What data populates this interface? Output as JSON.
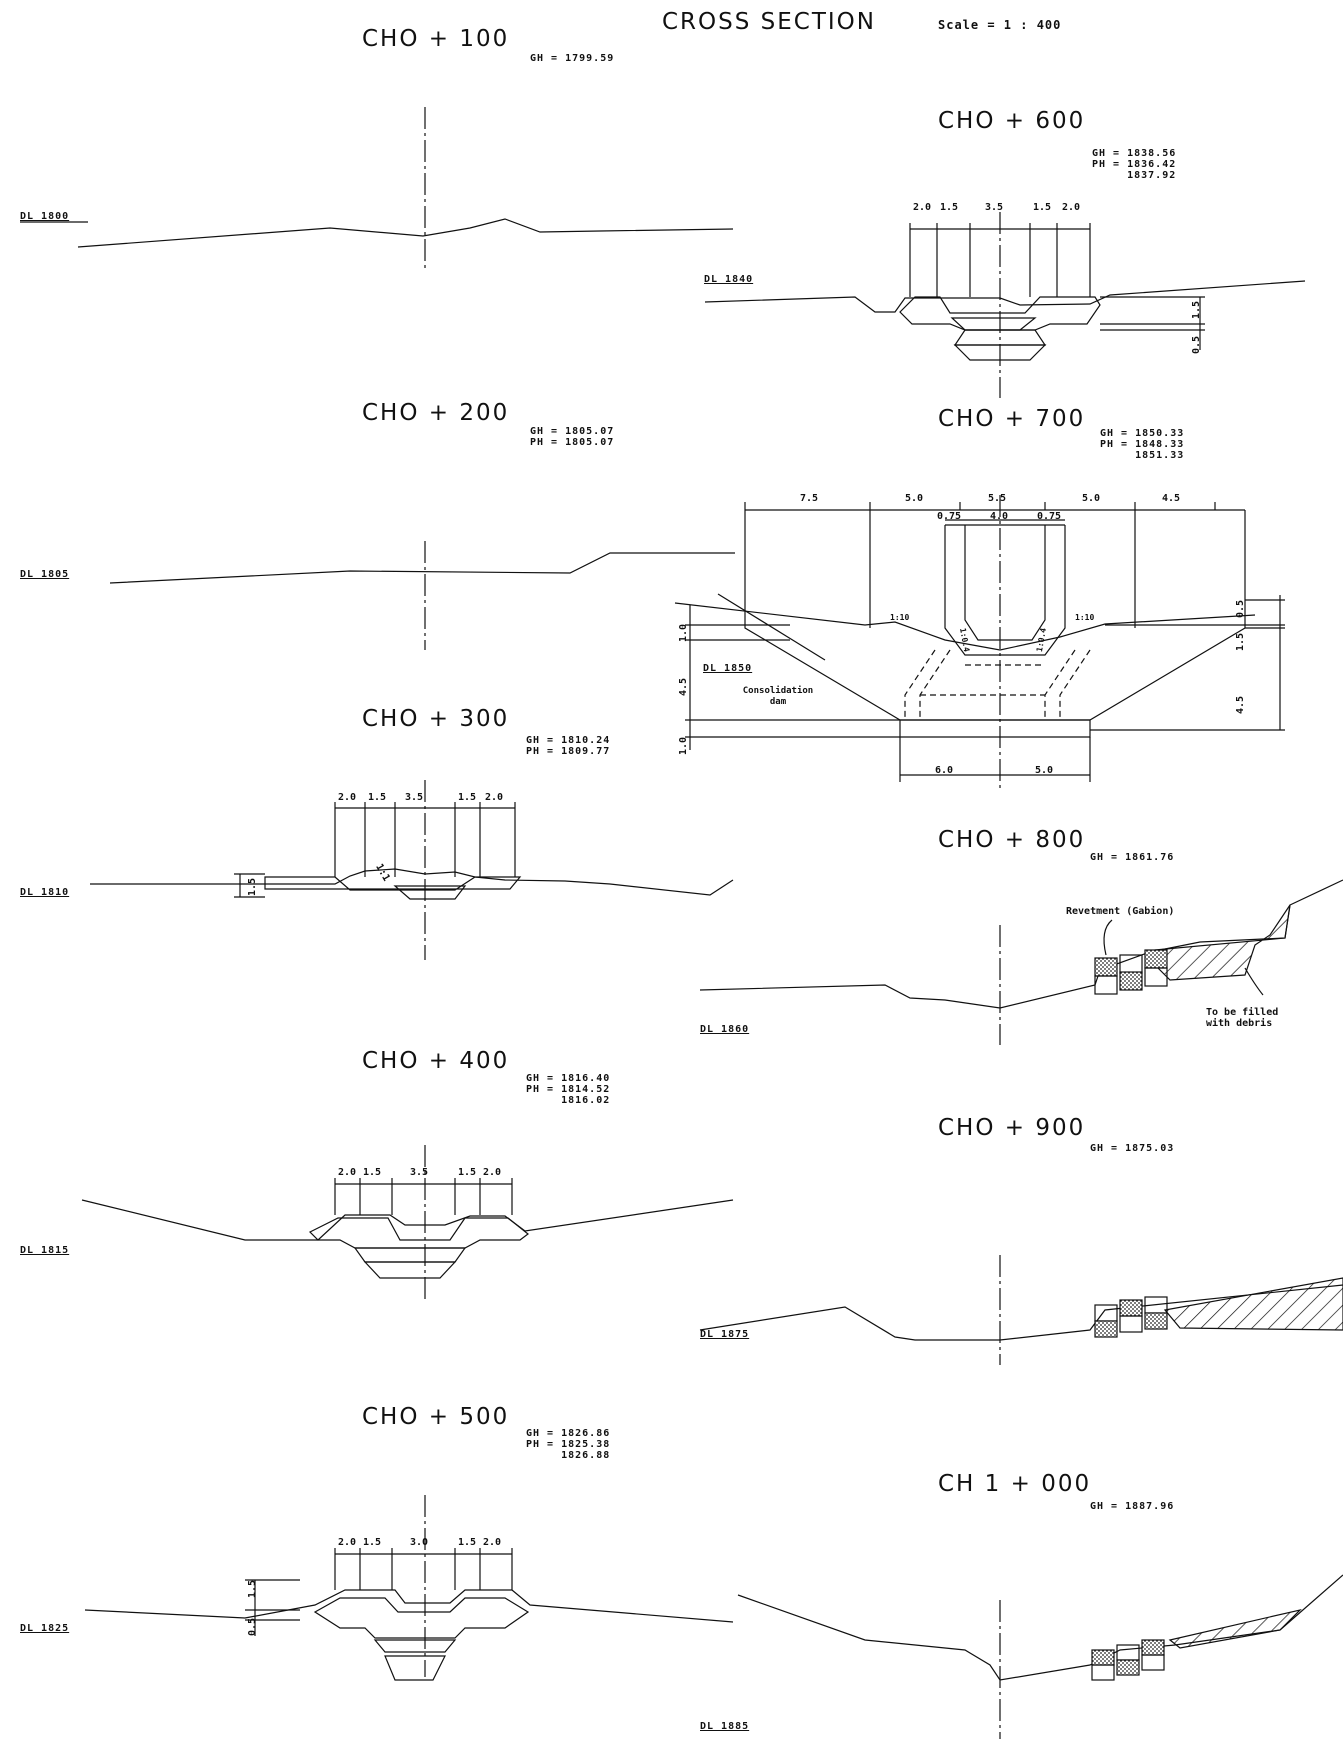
{
  "header": {
    "title": "CROSS SECTION",
    "scale": "Scale = 1 : 400"
  },
  "sections": [
    {
      "id": "cho100",
      "label": "CHO + 100",
      "levels": [
        "GH = 1799.59"
      ],
      "datum": "DL 1800"
    },
    {
      "id": "cho200",
      "label": "CHO + 200",
      "levels": [
        "GH = 1805.07",
        "PH = 1805.07"
      ],
      "datum": "DL 1805"
    },
    {
      "id": "cho300",
      "label": "CHO + 300",
      "levels": [
        "GH = 1810.24",
        "PH = 1809.77"
      ],
      "datum": "DL 1810",
      "dims": [
        "2.0",
        "1.5",
        "3.5",
        "1.5",
        "2.0"
      ],
      "side_dims": [
        "1.5"
      ],
      "notes": [
        "1:1"
      ]
    },
    {
      "id": "cho400",
      "label": "CHO + 400",
      "levels": [
        "GH = 1816.40",
        "PH = 1814.52",
        "1816.02"
      ],
      "datum": "DL 1815",
      "dims": [
        "2.0",
        "1.5",
        "3.5",
        "1.5",
        "2.0"
      ]
    },
    {
      "id": "cho500",
      "label": "CHO + 500",
      "levels": [
        "GH = 1826.86",
        "PH = 1825.38",
        "1826.88"
      ],
      "datum": "DL 1825",
      "dims": [
        "2.0",
        "1.5",
        "3.0",
        "1.5",
        "2.0"
      ],
      "side_dims": [
        "1.5",
        "0.5"
      ]
    },
    {
      "id": "cho600",
      "label": "CHO + 600",
      "levels": [
        "GH = 1838.56",
        "PH = 1836.42",
        "1837.92"
      ],
      "datum": "DL 1840",
      "dims": [
        "2.0",
        "1.5",
        "3.5",
        "1.5",
        "2.0"
      ],
      "side_dims": [
        "1.5",
        "0.5"
      ]
    },
    {
      "id": "cho700",
      "label": "CHO + 700",
      "levels": [
        "GH = 1850.33",
        "PH = 1848.33",
        "1851.33"
      ],
      "datum": "DL 1850",
      "dims": [
        "7.5",
        "5.0",
        "5.5",
        "5.0",
        "4.5"
      ],
      "inner_dims": [
        "0.75",
        "4.0",
        "0.75"
      ],
      "left_dims": [
        "1.0",
        "4.5",
        "1.0"
      ],
      "right_dims": [
        "0.5",
        "1.5",
        "4.5"
      ],
      "base_dims": [
        "6.0",
        "5.0"
      ],
      "slopes": [
        "1:10",
        "1:10"
      ],
      "batter": [
        "1:0.4",
        "1:0.4"
      ],
      "note": "Consolidation dam"
    },
    {
      "id": "cho800",
      "label": "CHO + 800",
      "levels": [
        "GH = 1861.76"
      ],
      "datum": "DL 1860",
      "notes": [
        "Revetment (Gabion)",
        "To be filled",
        "with debris"
      ]
    },
    {
      "id": "cho900",
      "label": "CHO + 900",
      "levels": [
        "GH = 1875.03"
      ],
      "datum": "DL 1875"
    },
    {
      "id": "ch1000",
      "label": "CH 1 + 000",
      "levels": [
        "GH = 1887.96"
      ],
      "datum": "DL 1885"
    }
  ]
}
